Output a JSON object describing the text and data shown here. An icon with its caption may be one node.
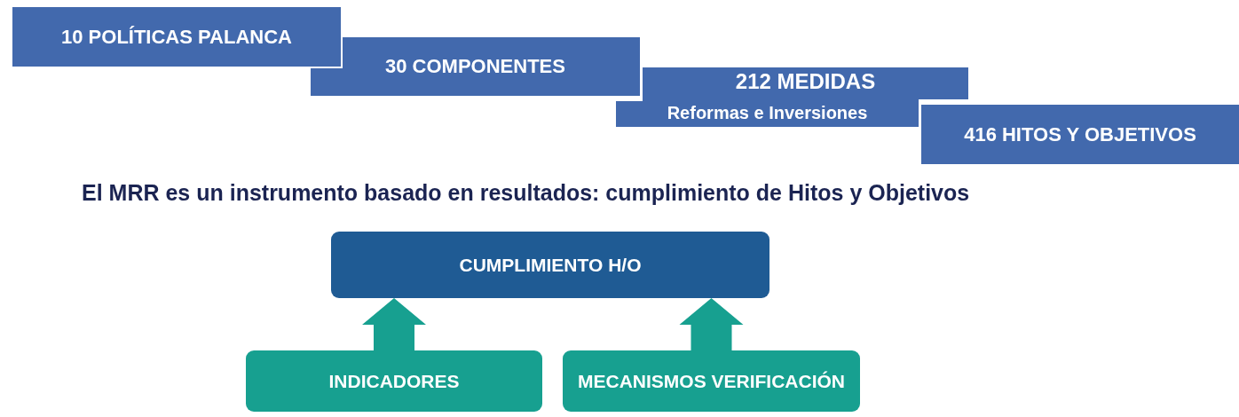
{
  "diagram": {
    "title": "El MRR es un instrumento basado en resultados: cumplimiento de Hitos y Objetivos",
    "nodes": [
      {
        "text": [
          "10 POLÍTICAS PALANCA"
        ]
      },
      {
        "text": [
          "30 COMPONENTES"
        ]
      },
      {
        "text": [
          "212 MEDIDAS",
          "Reformas e Inversiones"
        ]
      },
      {
        "text": [
          "416 HITOS Y OBJETIVOS"
        ]
      },
      {
        "text": [
          "CUMPLIMIENTO H/O"
        ]
      },
      {
        "text": [
          "INDICADORES"
        ]
      },
      {
        "text": [
          "MECANISMOS VERIFICACIÓN"
        ]
      }
    ],
    "edges": [
      {
        "from": 5,
        "to": 4,
        "arrow": "to"
      },
      {
        "from": 6,
        "to": 4,
        "arrow": "to"
      }
    ]
  }
}
